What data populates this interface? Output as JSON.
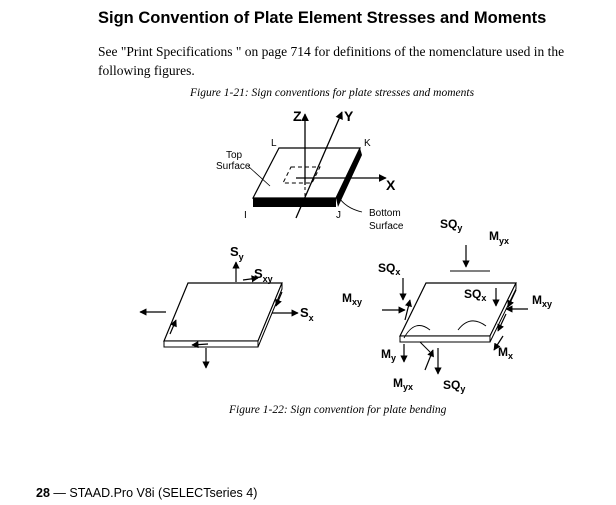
{
  "heading": "Sign Convention of Plate Element Stresses and Moments",
  "paragraph": "See \"Print Specifications \" on page 714 for definitions of the nomenclature used in the following figures.",
  "figure1": {
    "caption": "Figure 1-21: Sign conventions for plate stresses and moments",
    "labels": {
      "z": "Z",
      "y": "Y",
      "x": "X",
      "l": "L",
      "k": "K",
      "i": "I",
      "j": "J",
      "top": "Top",
      "surface": "Surface",
      "bottom": "Bottom",
      "surface2": "Surface"
    }
  },
  "figure2": {
    "caption": "Figure 1-22: Sign convention for plate bending",
    "stress": {
      "sy_main": "S",
      "sy_sub": "y",
      "sxy_main": "S",
      "sxy_sub": "xy",
      "sx_main": "S",
      "sx_sub": "x"
    },
    "bending": {
      "sqy_top_main": "SQ",
      "sqy_top_sub": "y",
      "myx_top_main": "M",
      "myx_top_sub": "yx",
      "sqx_left_main": "SQ",
      "sqx_left_sub": "x",
      "sqx_right_main": "SQ",
      "sqx_right_sub": "x",
      "mxy_left_main": "M",
      "mxy_left_sub": "xy",
      "mxy_right_main": "M",
      "mxy_right_sub": "xy",
      "my_main": "M",
      "my_sub": "y",
      "mx_main": "M",
      "mx_sub": "x",
      "myx_bottom_main": "M",
      "myx_bottom_sub": "yx",
      "sqy_bottom_main": "SQ",
      "sqy_bottom_sub": "y"
    }
  },
  "footer": {
    "page": "28",
    "dash": " — ",
    "product": "STAAD.Pro V8i (SELECTseries 4)"
  }
}
